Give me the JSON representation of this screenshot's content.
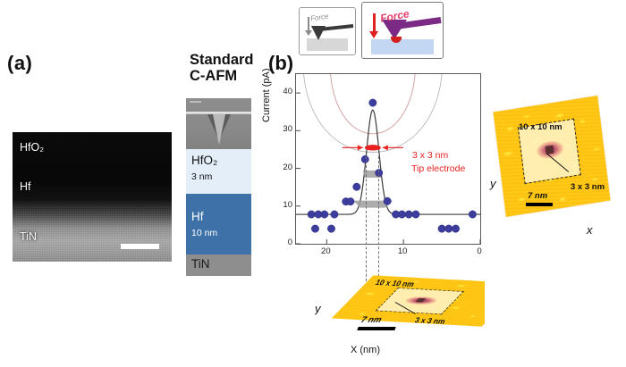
{
  "figure": {
    "panel_a_label": "(a)",
    "panel_b_label": "(b)"
  },
  "tem": {
    "layers": [
      {
        "name": "HfO2",
        "display": "HfO₂"
      },
      {
        "name": "Hf",
        "display": "Hf"
      },
      {
        "name": "TiN",
        "display": "TiN"
      }
    ],
    "scalebar_icon": "scale-bar"
  },
  "stack": {
    "title_line1": "Standard",
    "title_line2": "C-AFM",
    "layers": [
      {
        "name": "tip",
        "label": "",
        "thickness": "",
        "color": "#8d8d8d"
      },
      {
        "name": "HfO2",
        "label": "HfO₂",
        "thickness": "3 nm",
        "color": "#e3eef8"
      },
      {
        "name": "Hf",
        "label": "Hf",
        "thickness": "10 nm",
        "color": "#3d71a8"
      },
      {
        "name": "TiN",
        "label": "TiN",
        "thickness": "",
        "color": "#8e8e8e"
      }
    ]
  },
  "insets": {
    "small": {
      "force_label": "Force",
      "arrow_color": "#8a8a8a",
      "tip_color": "#3a3a3a"
    },
    "large": {
      "force_label": "Force",
      "arrow_color": "#e02020",
      "tip_color": "#7b2a86"
    }
  },
  "annotations": {
    "tip_size": "3 x 3 nm",
    "tip_electrode": "Tip electrode",
    "color": "#e8201f"
  },
  "afm_right": {
    "inner_label": "10 x 10 nm",
    "core_label": "3 x 3 nm",
    "scalebar_label": "7 nm",
    "axis_x": "x",
    "axis_y": "y"
  },
  "afm_bottom": {
    "inner_label": "10 x 10 nm",
    "core_label": "3 x 3 nm",
    "scalebar_label": "7 nm",
    "axis_y": "y"
  },
  "chart_data": {
    "type": "scatter",
    "title": "",
    "xlabel": "X (nm)",
    "ylabel": "Current (pA)",
    "xlim": [
      24,
      0
    ],
    "ylim": [
      0,
      45
    ],
    "x_reversed": true,
    "xticks": [
      20,
      10,
      0
    ],
    "yticks": [
      0,
      10,
      20,
      30,
      40
    ],
    "grid": false,
    "series": [
      {
        "name": "Measured current",
        "marker": "circle",
        "color": "#3d3d9e",
        "points": [
          [
            22.0,
            7.8
          ],
          [
            21.1,
            7.8
          ],
          [
            20.3,
            7.8
          ],
          [
            19.0,
            7.8
          ],
          [
            17.5,
            11.2
          ],
          [
            16.9,
            11.2
          ],
          [
            16.1,
            15.1
          ],
          [
            15.0,
            22.4
          ],
          [
            14.0,
            37.4
          ],
          [
            13.2,
            18.8
          ],
          [
            12.1,
            11.3
          ],
          [
            11.0,
            7.8
          ],
          [
            10.2,
            7.8
          ],
          [
            9.3,
            7.8
          ],
          [
            8.4,
            7.8
          ],
          [
            1.0,
            7.8
          ],
          [
            21.5,
            4.0
          ],
          [
            19.4,
            4.0
          ],
          [
            5.0,
            4.0
          ],
          [
            4.1,
            4.0
          ],
          [
            3.2,
            4.0
          ]
        ]
      }
    ],
    "fit_curve": {
      "name": "Gaussian fit",
      "color": "#3c3c3c",
      "baseline": 7.8,
      "peak_x": 14.0,
      "peak_y": 35.5,
      "fwhm": 1.9
    },
    "arcs": [
      {
        "name": "outer-tip-arc",
        "color": "#b9b9b9"
      },
      {
        "name": "inner-tip-arc",
        "color": "#d39a9a"
      }
    ],
    "width_markers": [
      {
        "name": "upper-grey-band",
        "y": 18.5
      },
      {
        "name": "lower-grey-band",
        "y": 10.5
      }
    ],
    "tip_marker": {
      "name": "red-tip-electrode",
      "x": 14.0,
      "y": 25.5,
      "color": "#e8201f"
    },
    "guides": [
      {
        "x": 14.8
      },
      {
        "x": 13.2
      }
    ]
  }
}
